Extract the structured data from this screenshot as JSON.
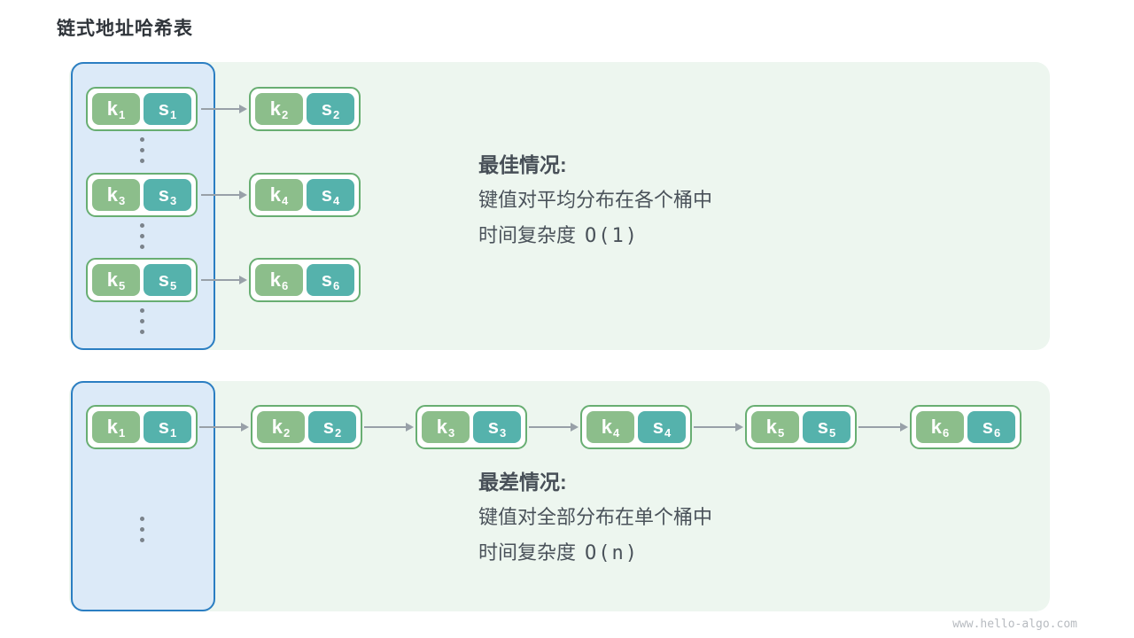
{
  "title": "链式地址哈希表",
  "watermark": "www.hello-algo.com",
  "colors": {
    "panel_bg": "#edf6ef",
    "bucket_bg": "#dceaf8",
    "bucket_border": "#2b7ec2",
    "node_border": "#68ae72",
    "key_bg": "#8cbe8b",
    "value_bg": "#55b2ac",
    "arrow": "#98a0a8",
    "caption_text": "#4a525a"
  },
  "best": {
    "heading": "最佳情况:",
    "desc": "键值对平均分布在各个桶中",
    "complexity_label": "时间复杂度",
    "complexity_code": "O(1)",
    "bucket_pairs": [
      {
        "k": "k",
        "ksub": "1",
        "s": "s",
        "ssub": "1"
      },
      {
        "k": "k",
        "ksub": "3",
        "s": "s",
        "ssub": "3"
      },
      {
        "k": "k",
        "ksub": "5",
        "s": "s",
        "ssub": "5"
      }
    ],
    "chain_pairs": [
      {
        "k": "k",
        "ksub": "2",
        "s": "s",
        "ssub": "2"
      },
      {
        "k": "k",
        "ksub": "4",
        "s": "s",
        "ssub": "4"
      },
      {
        "k": "k",
        "ksub": "6",
        "s": "s",
        "ssub": "6"
      }
    ]
  },
  "worst": {
    "heading": "最差情况:",
    "desc": "键值对全部分布在单个桶中",
    "complexity_label": "时间复杂度",
    "complexity_code": "O(n)",
    "bucket_pairs": [
      {
        "k": "k",
        "ksub": "1",
        "s": "s",
        "ssub": "1"
      }
    ],
    "chain_pairs": [
      {
        "k": "k",
        "ksub": "2",
        "s": "s",
        "ssub": "2"
      },
      {
        "k": "k",
        "ksub": "3",
        "s": "s",
        "ssub": "3"
      },
      {
        "k": "k",
        "ksub": "4",
        "s": "s",
        "ssub": "4"
      },
      {
        "k": "k",
        "ksub": "5",
        "s": "s",
        "ssub": "5"
      },
      {
        "k": "k",
        "ksub": "6",
        "s": "s",
        "ssub": "6"
      }
    ]
  }
}
